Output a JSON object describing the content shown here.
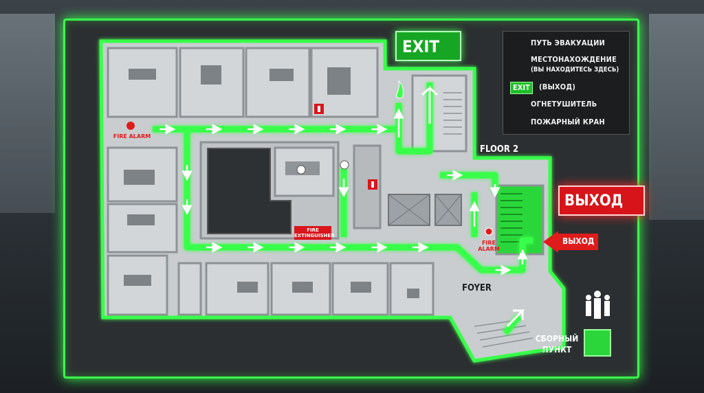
{
  "legend": {
    "route_label": "ПУТЬ ЭВАКУАЦИИ",
    "location_label": "МЕСТОНАХОЖДЕНИЕ",
    "location_sub": "(ВЫ НАХОДИТЕСЬ ЗДЕСЬ)",
    "exit_badge": "EXIT",
    "exit_label": "(ВЫХОД)",
    "extinguisher_label": "ОГНЕТУШИТЕЛЬ",
    "hydrant_label": "ПОЖАРНЫЙ КРАН"
  },
  "signs": {
    "exit_top": "EXIT",
    "exit_right": "ВЫХОД",
    "exit_arrow_label": "ВЫХОД"
  },
  "plan": {
    "floor_label": "FLOOR 2",
    "foyer_label": "FOYER",
    "fire_alarm_left": "FIRE ALARM",
    "fire_alarm_right_line1": "FIRE",
    "fire_alarm_right_line2": "ALARM",
    "fire_extinguisher_line1": "FIRE",
    "fire_extinguisher_line2": "EXTINGUISHER"
  },
  "assembly": {
    "line1": "СБОРНЫЙ",
    "line2": "ПУНКТ"
  },
  "colors": {
    "route": "#39ff4a",
    "exit_green": "#17a624",
    "exit_red": "#d6141a",
    "floor": "#c9cdd0",
    "wall": "#8d9296"
  }
}
